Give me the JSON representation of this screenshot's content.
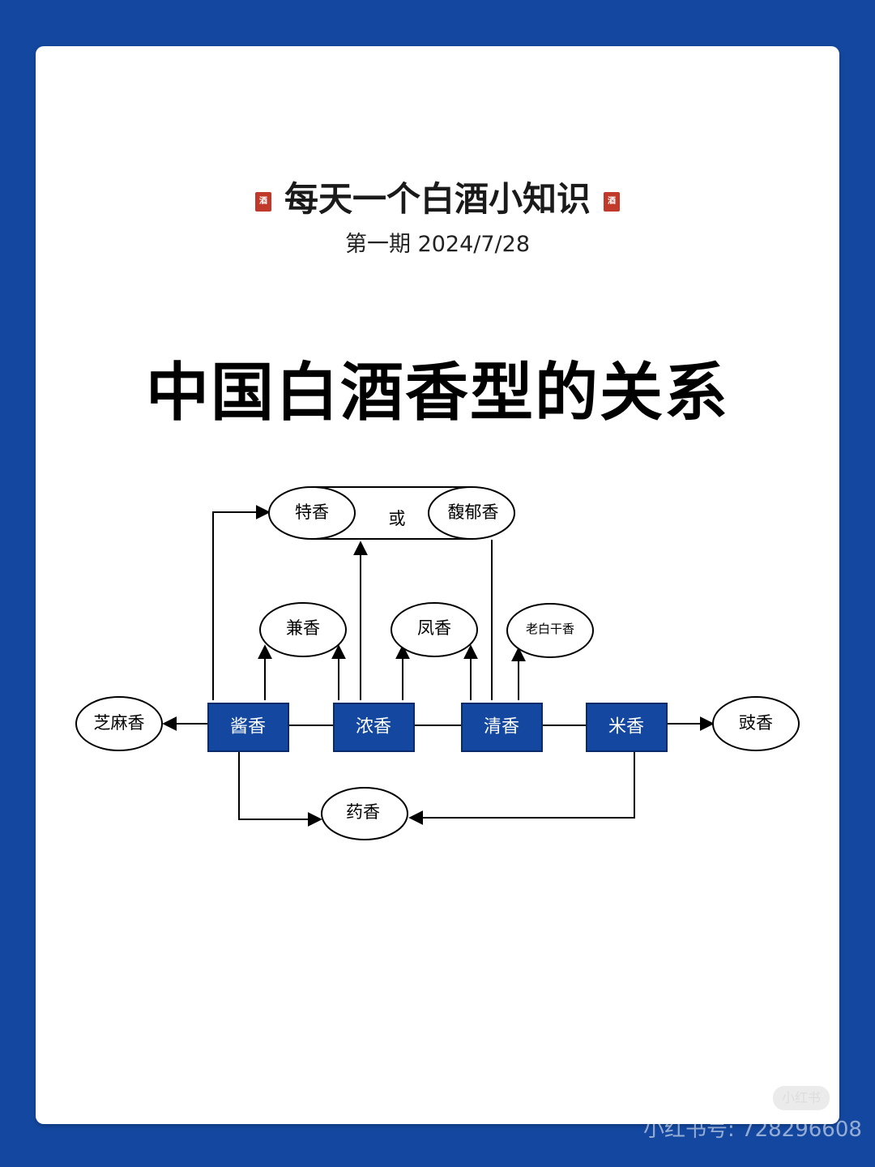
{
  "header": {
    "title": "每天一个白酒小知识",
    "seal_text": "酒",
    "issue": "第一期 2024/7/28"
  },
  "main_title": "中国白酒香型的关系",
  "diagram": {
    "box_color": "#1448a0",
    "boxes": {
      "jiang": "酱香",
      "nong": "浓香",
      "qing": "清香",
      "mi": "米香"
    },
    "ellipses": {
      "te": "特香",
      "fuyu": "馥郁香",
      "jian": "兼香",
      "feng": "凤香",
      "laobaigan": "老白干香",
      "zhima": "芝麻香",
      "chi": "豉香",
      "yao": "药香"
    },
    "or_label": "或"
  },
  "watermark": {
    "text": "小红书号: 728296608",
    "badge": "小红书"
  }
}
